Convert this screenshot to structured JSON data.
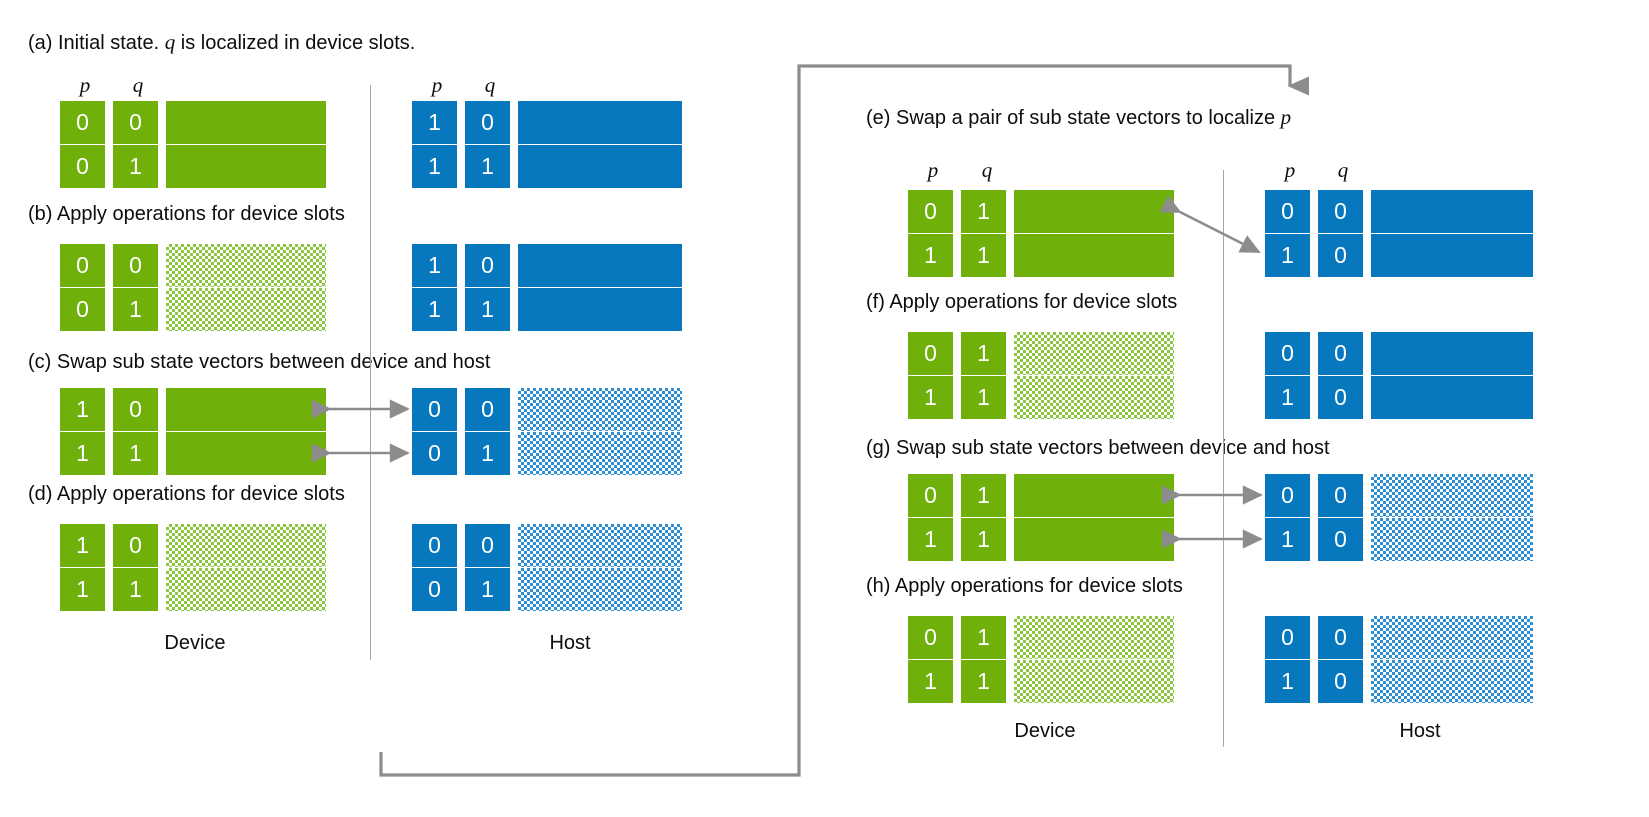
{
  "figure": {
    "colors": {
      "device_green": "#6FB00A",
      "host_blue": "#0878BE",
      "device_green_hatch": "#8CC63F",
      "host_blue_hatch": "#2E8FD4",
      "arrow_gray": "#8C8C8C",
      "divider_gray": "#A6A6A6",
      "text": "#0D0D0D"
    },
    "column_headers": {
      "p": "p",
      "q": "q"
    },
    "zone_labels": {
      "device": "Device",
      "host": "Host"
    },
    "panels": [
      {
        "id": "a",
        "caption_prefix": "(a) Initial state. ",
        "caption_italic": "q",
        "caption_suffix": " is localized in device slots.",
        "caption_plain": "(a) Initial state. q is localized in device slots.",
        "show_headers": true,
        "device": {
          "rows": [
            {
              "p": "0",
              "q": "0",
              "fill": "solid"
            },
            {
              "p": "0",
              "q": "1",
              "fill": "solid"
            }
          ]
        },
        "host": {
          "rows": [
            {
              "p": "1",
              "q": "0",
              "fill": "solid"
            },
            {
              "p": "1",
              "q": "1",
              "fill": "solid"
            }
          ]
        },
        "arrows": []
      },
      {
        "id": "b",
        "caption_plain": "(b) Apply operations for device slots",
        "show_headers": false,
        "device": {
          "rows": [
            {
              "p": "0",
              "q": "0",
              "fill": "hatch"
            },
            {
              "p": "0",
              "q": "1",
              "fill": "hatch"
            }
          ]
        },
        "host": {
          "rows": [
            {
              "p": "1",
              "q": "0",
              "fill": "solid"
            },
            {
              "p": "1",
              "q": "1",
              "fill": "solid"
            }
          ]
        },
        "arrows": []
      },
      {
        "id": "c",
        "caption_plain": "(c) Swap sub state vectors between device and host",
        "show_headers": false,
        "device": {
          "rows": [
            {
              "p": "1",
              "q": "0",
              "fill": "solid"
            },
            {
              "p": "1",
              "q": "1",
              "fill": "solid"
            }
          ]
        },
        "host": {
          "rows": [
            {
              "p": "0",
              "q": "0",
              "fill": "hatch"
            },
            {
              "p": "0",
              "q": "1",
              "fill": "hatch"
            }
          ]
        },
        "arrows": [
          "row0-double-horizontal",
          "row1-double-horizontal"
        ]
      },
      {
        "id": "d",
        "caption_plain": "(d) Apply operations for device slots",
        "show_headers": false,
        "device": {
          "rows": [
            {
              "p": "1",
              "q": "0",
              "fill": "hatch"
            },
            {
              "p": "1",
              "q": "1",
              "fill": "hatch"
            }
          ]
        },
        "host": {
          "rows": [
            {
              "p": "0",
              "q": "0",
              "fill": "hatch"
            },
            {
              "p": "0",
              "q": "1",
              "fill": "hatch"
            }
          ]
        },
        "arrows": []
      },
      {
        "id": "e",
        "caption_prefix": "(e) Swap a pair of sub state vectors to localize ",
        "caption_italic": "p",
        "caption_suffix": "",
        "caption_plain": "(e) Swap a pair of sub state vectors to localize p",
        "show_headers": true,
        "device": {
          "rows": [
            {
              "p": "0",
              "q": "1",
              "fill": "solid"
            },
            {
              "p": "1",
              "q": "1",
              "fill": "solid"
            }
          ]
        },
        "host": {
          "rows": [
            {
              "p": "0",
              "q": "0",
              "fill": "solid"
            },
            {
              "p": "1",
              "q": "0",
              "fill": "solid"
            }
          ]
        },
        "arrows": [
          "diagonal-double-device-row0-to-host-row1"
        ]
      },
      {
        "id": "f",
        "caption_plain": "(f) Apply operations for device slots",
        "show_headers": false,
        "device": {
          "rows": [
            {
              "p": "0",
              "q": "1",
              "fill": "hatch"
            },
            {
              "p": "1",
              "q": "1",
              "fill": "hatch"
            }
          ]
        },
        "host": {
          "rows": [
            {
              "p": "0",
              "q": "0",
              "fill": "solid"
            },
            {
              "p": "1",
              "q": "0",
              "fill": "solid"
            }
          ]
        },
        "arrows": []
      },
      {
        "id": "g",
        "caption_plain": "(g) Swap sub state vectors between device and host",
        "show_headers": false,
        "device": {
          "rows": [
            {
              "p": "0",
              "q": "1",
              "fill": "solid"
            },
            {
              "p": "1",
              "q": "1",
              "fill": "solid"
            }
          ]
        },
        "host": {
          "rows": [
            {
              "p": "0",
              "q": "0",
              "fill": "hatch"
            },
            {
              "p": "1",
              "q": "0",
              "fill": "hatch"
            }
          ]
        },
        "arrows": [
          "row0-double-horizontal",
          "row1-double-horizontal"
        ]
      },
      {
        "id": "h",
        "caption_plain": "(h) Apply operations for device slots",
        "show_headers": false,
        "device": {
          "rows": [
            {
              "p": "0",
              "q": "1",
              "fill": "hatch"
            },
            {
              "p": "1",
              "q": "1",
              "fill": "hatch"
            }
          ]
        },
        "host": {
          "rows": [
            {
              "p": "0",
              "q": "0",
              "fill": "hatch"
            },
            {
              "p": "1",
              "q": "0",
              "fill": "hatch"
            }
          ]
        },
        "arrows": []
      }
    ],
    "flow_connector": {
      "description": "loop arrow from bottom of left column around to top of right column",
      "arrowhead_direction": "down"
    }
  }
}
